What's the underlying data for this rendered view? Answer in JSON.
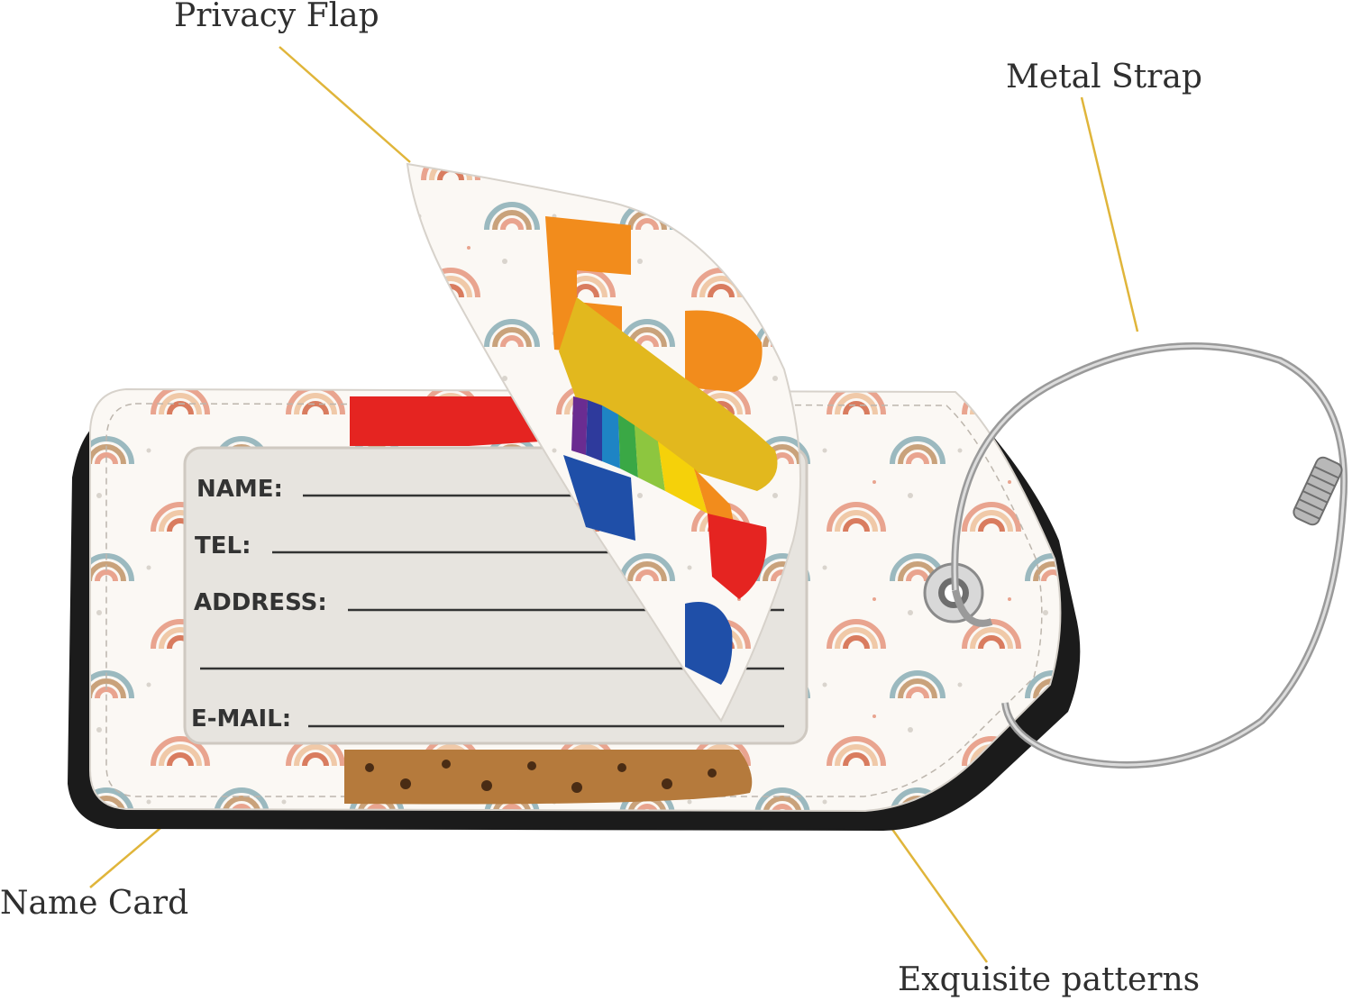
{
  "callouts": {
    "privacy_flap": "Privacy Flap",
    "metal_strap": "Metal Strap",
    "name_card": "Name Card",
    "exquisite_patterns": "Exquisite patterns"
  },
  "card_fields": {
    "name": "NAME:",
    "tel": "TEL:",
    "address": "ADDRESS:",
    "email": "E-MAIL:"
  },
  "colors": {
    "leader_line": "#e0b53a",
    "tag_border": "#1a1a1a",
    "card_window": "#e7e4df",
    "rainbow_palette": [
      "#e9a48f",
      "#d97c5f",
      "#f0c9a8",
      "#9bb9bf",
      "#c9a27b"
    ],
    "flap_stripes": [
      "#6a2c91",
      "#2e3a9c",
      "#1e84c4",
      "#3aa845",
      "#f5d10a",
      "#f28c1c",
      "#e52421"
    ]
  },
  "icons": [
    "eyelet-icon",
    "metal-strap-icon",
    "screw-lock-icon"
  ]
}
